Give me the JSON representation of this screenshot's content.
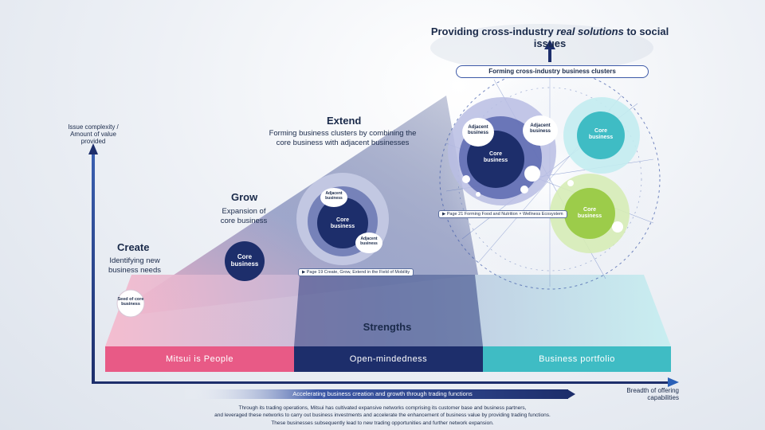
{
  "header": {
    "title_prefix": "Providing cross-industry ",
    "title_emphasis": "real solutions",
    "title_suffix": " to social issues",
    "clusters_label": "Forming cross-industry business clusters"
  },
  "axes": {
    "y_label": "Issue complexity /\nAmount of value provided",
    "x_label": "Breadth of offering capabilities",
    "arrow_label": "Accelerating business creation and growth through trading functions"
  },
  "stages": {
    "create": {
      "title": "Create",
      "subtitle": "Identifying new\nbusiness needs",
      "circle": "Seed of core\nbusiness"
    },
    "grow": {
      "title": "Grow",
      "subtitle": "Expansion of\ncore business",
      "circle": "Core\nbusiness"
    },
    "extend": {
      "title": "Extend",
      "subtitle": "Forming business clusters by combining the\ncore business with adjacent businesses",
      "core": "Core\nbusiness",
      "adjacent_top": "Adjacent\nbusiness",
      "adjacent_bottom": "Adjacent\nbusiness",
      "page_ref": "▶ Page 19   Create, Grow, Extend in the Field of Mobility"
    }
  },
  "cluster": {
    "core_main": "Core\nbusiness",
    "adjacent_left": "Adjacent\nbusiness",
    "adjacent_right": "Adjacent\nbusiness",
    "core_teal": "Core\nbusiness",
    "core_green": "Core\nbusiness",
    "page_ref": "▶ Page 21   Forming Food and Nutrition × Wellness Ecosystem"
  },
  "strengths": {
    "title": "Strengths",
    "items": [
      "Mitsui is People",
      "Open-mindedness",
      "Business portfolio"
    ]
  },
  "footer": {
    "lines": [
      "Through its trading operations, Mitsui has cultivated expansive networks comprising its customer base and business partners,",
      "and leveraged these networks to carry out business investments and accelerate the enhancement of business value by providing trading functions.",
      "These businesses subsequently lead to new trading opportunities and further network expansion."
    ]
  },
  "colors": {
    "navy": "#1d2e6b",
    "pink": "#e85a86",
    "teal": "#3fbcc4",
    "green": "#9ccc4a"
  }
}
